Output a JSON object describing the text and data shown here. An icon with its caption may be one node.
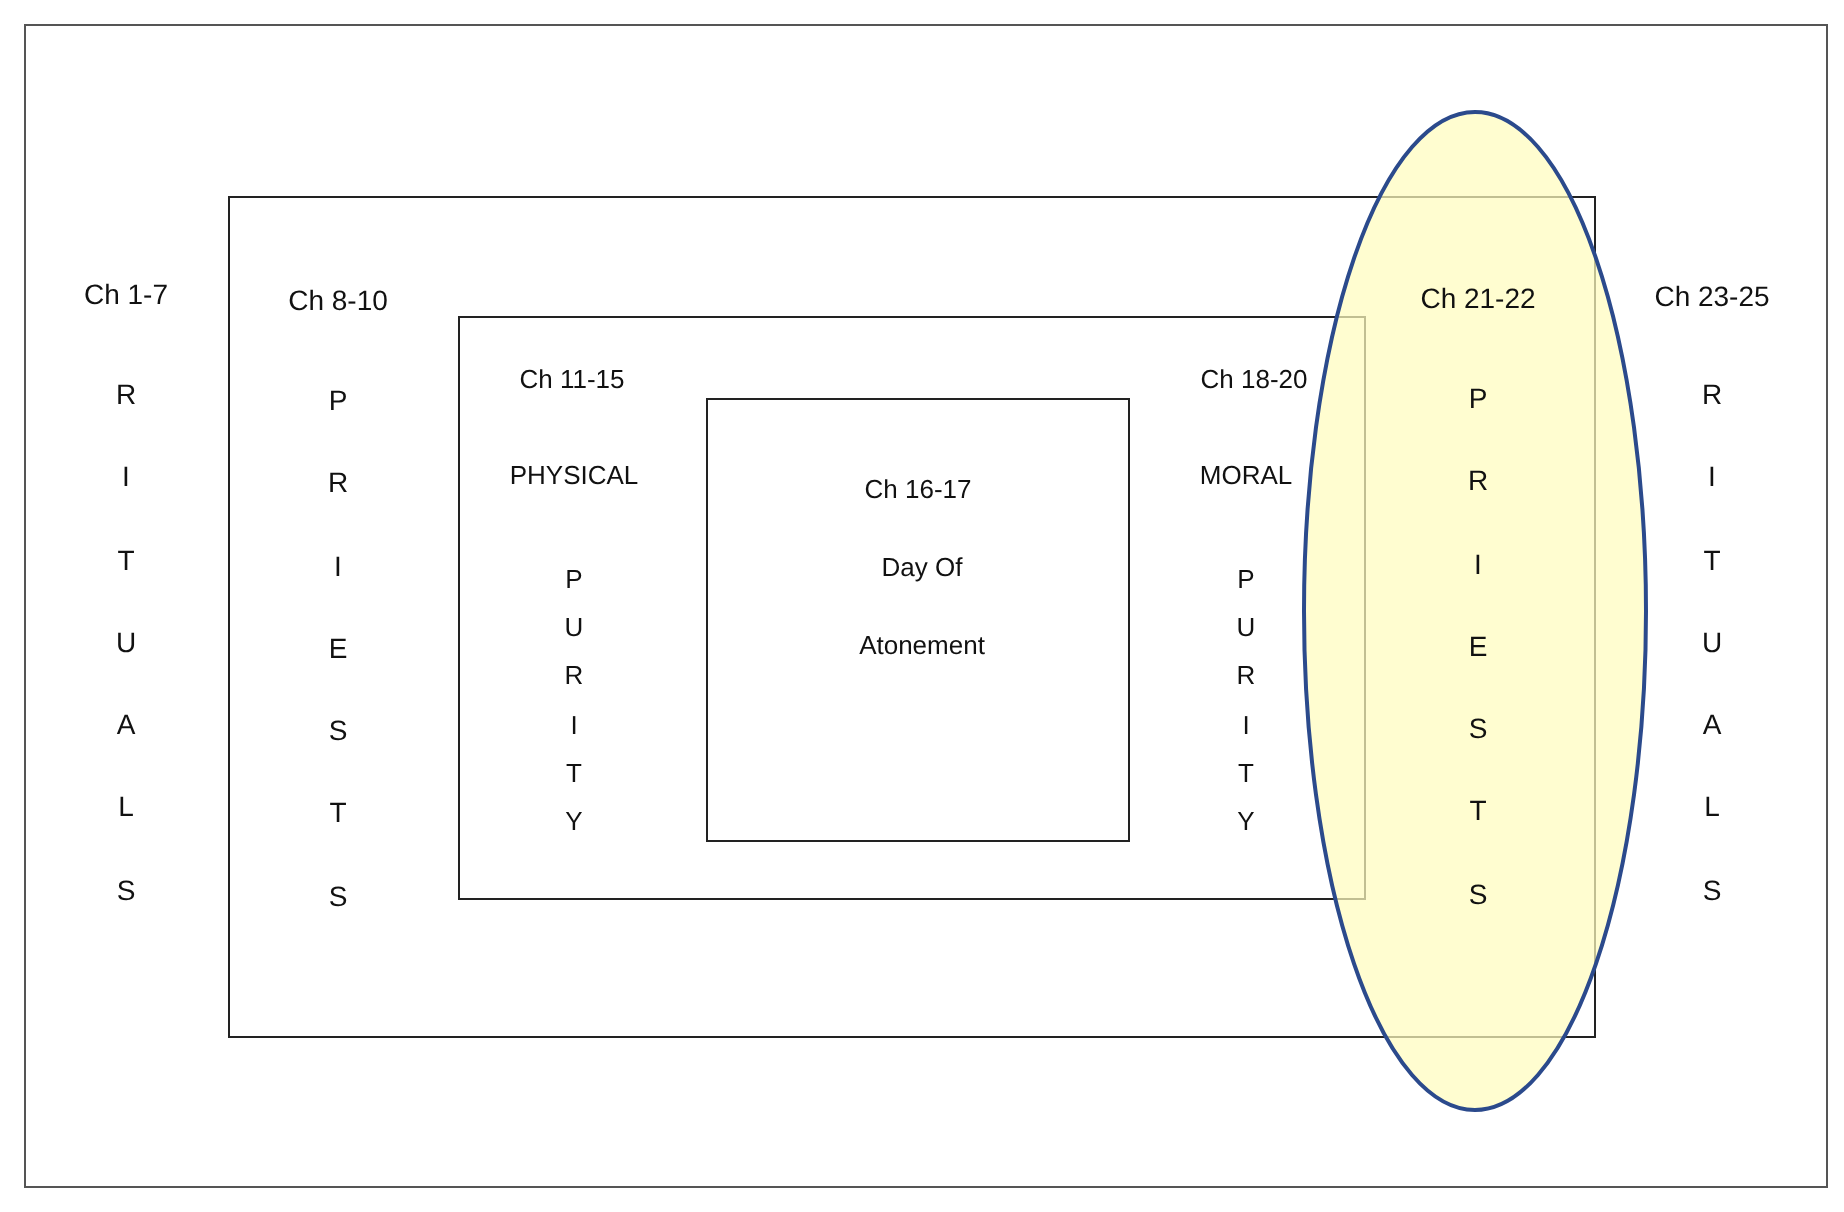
{
  "diagram": {
    "nodes": [
      {
        "text": [
          "Ch 1-7",
          "RITUALS",
          "Ch 23-25",
          "RITUALS"
        ]
      },
      {
        "text": [
          "Ch 8-10",
          "PRIESTS"
        ],
        "in": 0
      },
      {
        "text": [
          "Ch 11-15",
          "PHYSICAL",
          "PURITY",
          "Ch 18-20",
          "MORAL",
          "PURITY"
        ],
        "in": 1
      },
      {
        "text": [
          "Ch 16-17",
          "Day Of Atonement"
        ],
        "in": 2
      },
      {
        "text": [
          "Ch 21-22",
          "PRIESTS"
        ],
        "in": 0
      }
    ]
  }
}
